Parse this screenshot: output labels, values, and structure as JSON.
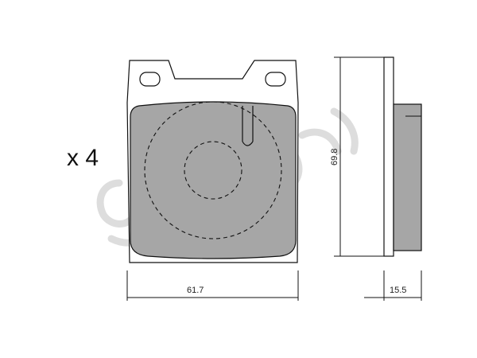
{
  "quantity_label": "x 4",
  "dimensions": {
    "width": "61.7",
    "height": "69.8",
    "thickness": "15.5"
  },
  "colors": {
    "pad_fill": "#a6a6a6",
    "outline": "#111111",
    "watermark": "#c8c8c8"
  }
}
